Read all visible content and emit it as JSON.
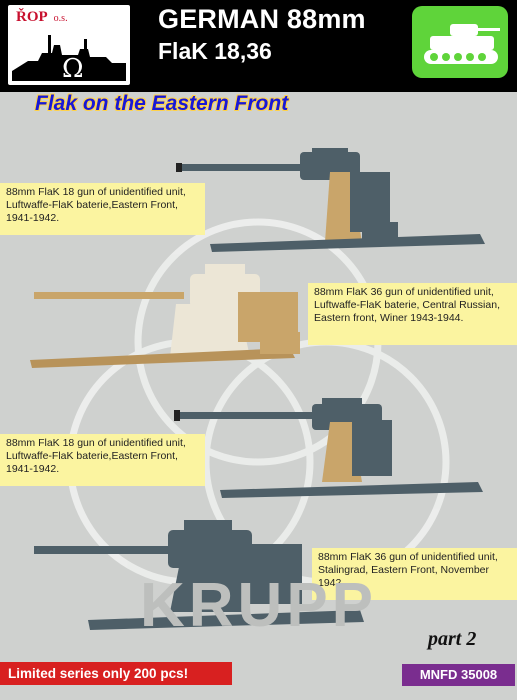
{
  "header": {
    "logo_text": "ŘOP",
    "logo_sub": "o.s.",
    "title_line1": "GERMAN 88mm",
    "title_line2": "FlaK 18,36"
  },
  "subtitle": "Flak on the Eastern Front",
  "captions": [
    "88mm FlaK 18 gun of unidentified unit, Luftwaffe-FlaK baterie,Eastern Front, 1941-1942.",
    "88mm FlaK 36 gun of unidentified unit, Luftwaffe-FlaK baterie, Central Russian, Eastern front, Winer 1943-1944.",
    "88mm FlaK 18 gun of unidentified unit, Luftwaffe-FlaK baterie,Eastern Front, 1941-1942.",
    "88mm FlaK 36 gun of unidentified unit, Stalingrad, Eastern Front, November 1942"
  ],
  "watermark": "KRUPP",
  "part_label": "part 2",
  "footer": {
    "limited": "Limited series only 200 pcs!",
    "code": "MNFD 35008"
  },
  "colors": {
    "header_bg": "#000000",
    "panel_bg": "#cfd1cf",
    "subtitle": "#1818d6",
    "caption_bg": "#fbf4a0",
    "tank_badge": "#5fd43a",
    "limited_badge": "#d82020",
    "code_badge": "#7a2d8f",
    "gun_grey": "#4e5f68",
    "gun_tan": "#c9a56a",
    "gun_white": "#ece6d6"
  },
  "icons": [
    "ship-logo-icon",
    "tank-icon",
    "flak-gun-illustration"
  ]
}
